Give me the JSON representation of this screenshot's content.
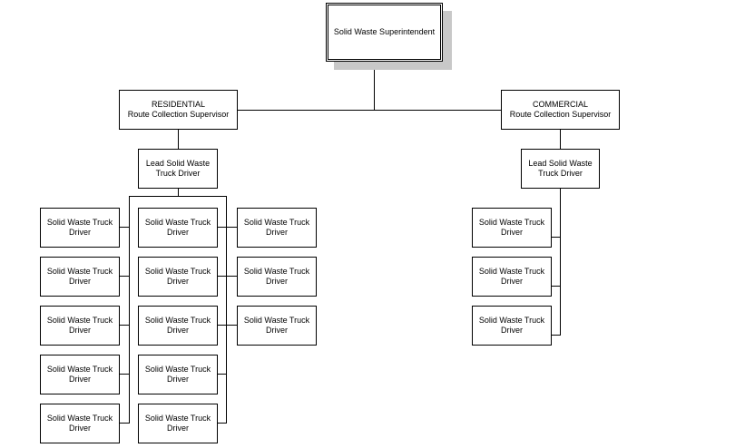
{
  "top": {
    "title": "Solid Waste Superintendent"
  },
  "supervisors": [
    {
      "line1": "RESIDENTIAL",
      "line2": "Route Collection Supervisor"
    },
    {
      "line1": "COMMERCIAL",
      "line2": "Route Collection Supervisor"
    }
  ],
  "leads": [
    {
      "line1": "Lead Solid Waste",
      "line2": "Truck Driver"
    },
    {
      "line1": "Lead Solid Waste",
      "line2": "Truck Driver"
    }
  ],
  "driver": {
    "line1": "Solid Waste Truck",
    "line2": "Driver"
  },
  "residential_driver_columns": [
    5,
    5,
    3
  ],
  "commercial_driver_count": 3
}
